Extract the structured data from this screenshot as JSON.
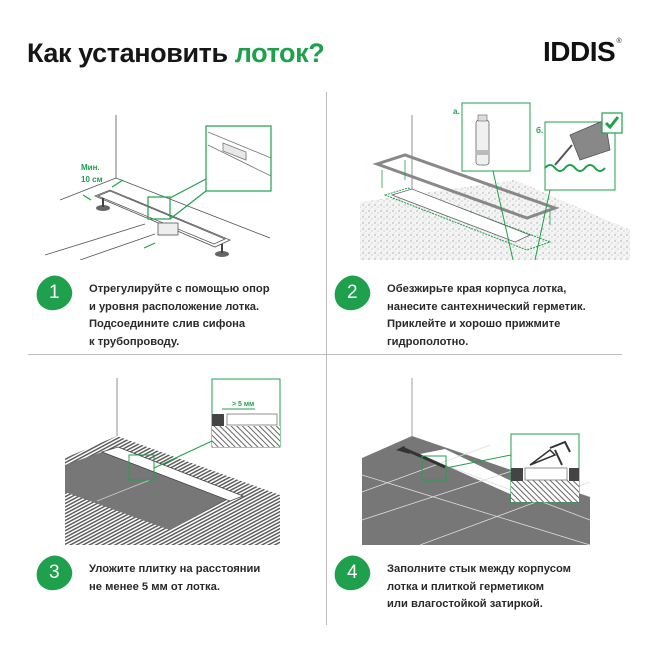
{
  "header": {
    "title_main": "Как установить ",
    "title_accent": "лоток?",
    "brand": "IDDIS",
    "brand_reg": "®",
    "accent_color": "#1fa04c"
  },
  "steps": [
    {
      "number": "1",
      "lines": [
        "Отрегулируйте с помощью опор",
        "и уровня расположение лотка.",
        "Подсоедините слив сифона",
        "к трубопроводу."
      ],
      "illustration": {
        "label_min": "Мин.",
        "label_dist": "10 см",
        "icon": "drain-channel-with-adjustable-feet"
      }
    },
    {
      "number": "2",
      "lines": [
        "Обезжирьте края корпуса лотка,",
        "нанесите сантехнический герметик.",
        "Приклейте и хорошо прижмите",
        "гидрополотно."
      ],
      "illustration": {
        "label_a": "а.",
        "label_b": "б.",
        "icon": "degrease-and-sealant"
      }
    },
    {
      "number": "3",
      "lines": [
        "Уложите плитку на расстоянии",
        "не менее 5 мм от лотка."
      ],
      "illustration": {
        "label_gap": "> 5 мм",
        "icon": "tile-laying"
      }
    },
    {
      "number": "4",
      "lines": [
        "Заполните стык между корпусом",
        "лотка и плиткой герметиком",
        "или влагостойкой затиркой."
      ],
      "illustration": {
        "icon": "sealant-gun-joint"
      }
    }
  ]
}
